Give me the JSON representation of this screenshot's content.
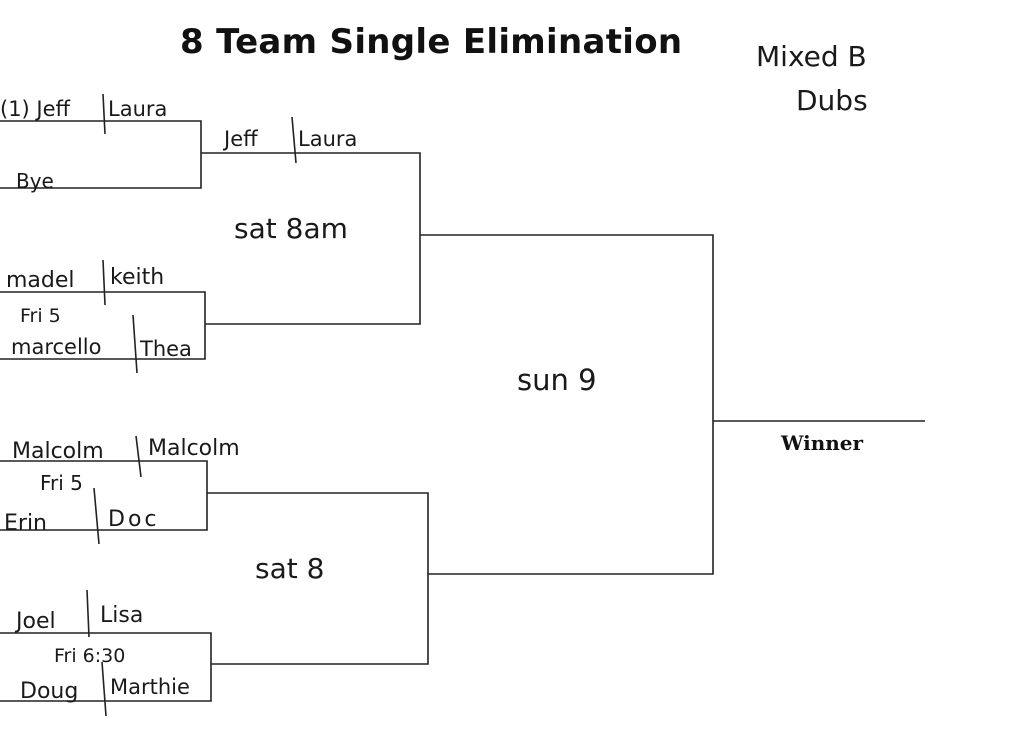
{
  "header": {
    "title": "8 Team Single Elimination",
    "note_line1": "Mixed B",
    "note_line2": "Dubs"
  },
  "bracket": {
    "round1": [
      {
        "top_player_a": "(1) Jeff",
        "top_player_b": "Laura",
        "bottom": "Bye"
      },
      {
        "top_player_a": "madel",
        "top_player_b": "keith",
        "time": "Fri 5",
        "bottom_player_a": "marcello",
        "bottom_player_b": "Thea"
      },
      {
        "top_player_a": "Malcolm",
        "top_player_b": "Malcolm",
        "time": "Fri 5",
        "bottom_player_a": "Erin",
        "bottom_player_b": "Doc"
      },
      {
        "top_player_a": "Joel",
        "top_player_b": "Lisa",
        "time": "Fri 6:30",
        "bottom_player_a": "Doug",
        "bottom_player_b": "Marthie"
      }
    ],
    "round2": [
      {
        "top_player_a": "Jeff",
        "top_player_b": "Laura",
        "time": "sat 8am"
      },
      {
        "time": "sat 8"
      }
    ],
    "final": {
      "time": "sun 9"
    },
    "winner_label": "Winner"
  }
}
